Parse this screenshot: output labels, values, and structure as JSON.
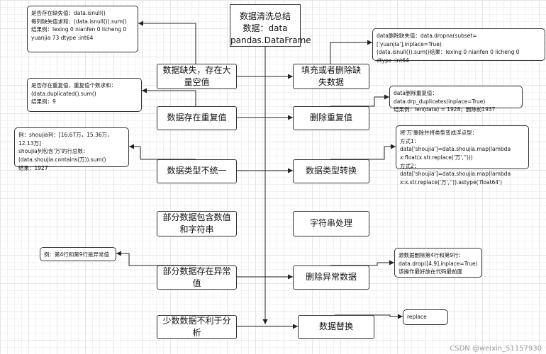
{
  "title": {
    "line1": "数据清洗总结",
    "line2": "数据：data",
    "line3": "pandas.DataFrame"
  },
  "left": [
    "数据缺失，存在大量空值",
    "数据存在重复值",
    "数据类型不统一",
    "部分数据包含数值和字符串",
    "部分数据存在异常值",
    "少数数据不利于分析"
  ],
  "right": [
    "填充或者删除缺失数据",
    "删除重复值",
    "数据类型转换",
    "字符串处理",
    "删除异常数据",
    "数据替换"
  ],
  "notes_left": [
    "是否存在缺失值：data.isnull()\n每列缺失值求和：(data.isnull()).sum()\n结果例：lexing 0 nianfen 0 licheng 0\nyuanjia 73 dtype :int64",
    "是否存在重复值，重复值个数求和：\n(data.duplicated().sum()\n结果例：9",
    "例：shoujia列：[16.67万，15.36万，12.13万]\nshoujia列包含'万'的行总数：\n(data.shoujia.contains(万)).sum()\n结果：1927",
    "例：第4行和第9行是异常值"
  ],
  "notes_right": [
    "data删除缺失值：data.dropna(subset=['yuanjia'],inplace=True)\n(data.isnull()).sum()结果：lexing 0 nianfen 0 licheng 0\n dtype :int64",
    "data删除重复值：data.drp_duplicates(inplace=True)\n结果例：len(data) = 1928；删除前1937",
    "将'万'删除并将类型变成浮点型：\n方式1：data['shoujia']=data.shoujia.map(lambda\nx:float(x.str.replace('万','')))\n方式2：data['shoujia']=data.shoujia.map(lambda\nx:x.str.replace('万','')).astype('float64')",
    "源数据删除第4行和第9行：\ndata.drop([4,9],inplace=True)\n该操作最好放在代码最前面",
    "replace"
  ],
  "watermark": "CSDN @weixin_51157930",
  "colors": {
    "line": "#222222",
    "grid": "#e6e6e6",
    "box_border": "#333333"
  }
}
